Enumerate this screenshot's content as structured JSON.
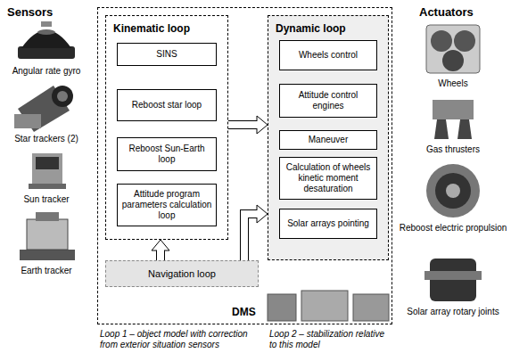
{
  "diagram": {
    "nodes": [
      {
        "text": [
          "DMS"
        ]
      },
      {
        "text": [
          "Kinematic loop"
        ],
        "in": 0
      },
      {
        "text": [
          "SINS"
        ],
        "in": 1
      },
      {
        "text": [
          "Reboost star loop"
        ],
        "in": 1
      },
      {
        "text": [
          "Reboost Sun-Earth loop"
        ],
        "in": 1
      },
      {
        "text": [
          "Attitude program parameters calculation loop"
        ],
        "in": 1
      },
      {
        "text": [
          "Dynamic loop"
        ],
        "in": 0
      },
      {
        "text": [
          "Wheels control"
        ],
        "in": 6
      },
      {
        "text": [
          "Attitude control engines"
        ],
        "in": 6
      },
      {
        "text": [
          "Maneuver"
        ],
        "in": 6
      },
      {
        "text": [
          "Calculation of wheels kinetic moment desaturation"
        ],
        "in": 6
      },
      {
        "text": [
          "Solar arrays pointing"
        ],
        "in": 6
      },
      {
        "text": [
          "Navigation loop"
        ],
        "in": 0
      }
    ],
    "edges": [
      {
        "from": 1,
        "to": 6,
        "arrow": "to"
      },
      {
        "from": 12,
        "to": 1,
        "arrow": "to"
      },
      {
        "from": 12,
        "to": 6,
        "arrow": "to"
      }
    ],
    "labels": [
      "Sensors",
      "Angular rate gyro",
      "Star trackers (2)",
      "Sun tracker",
      "Earth tracker",
      "Actuators",
      "Wheels",
      "Gas thrusters",
      "Reboost electric propulsion",
      "Solar array rotary joints",
      "Loop 1 – object model with correction from exterior situation sensors",
      "Loop 2 – stabilization relative to this model"
    ]
  }
}
